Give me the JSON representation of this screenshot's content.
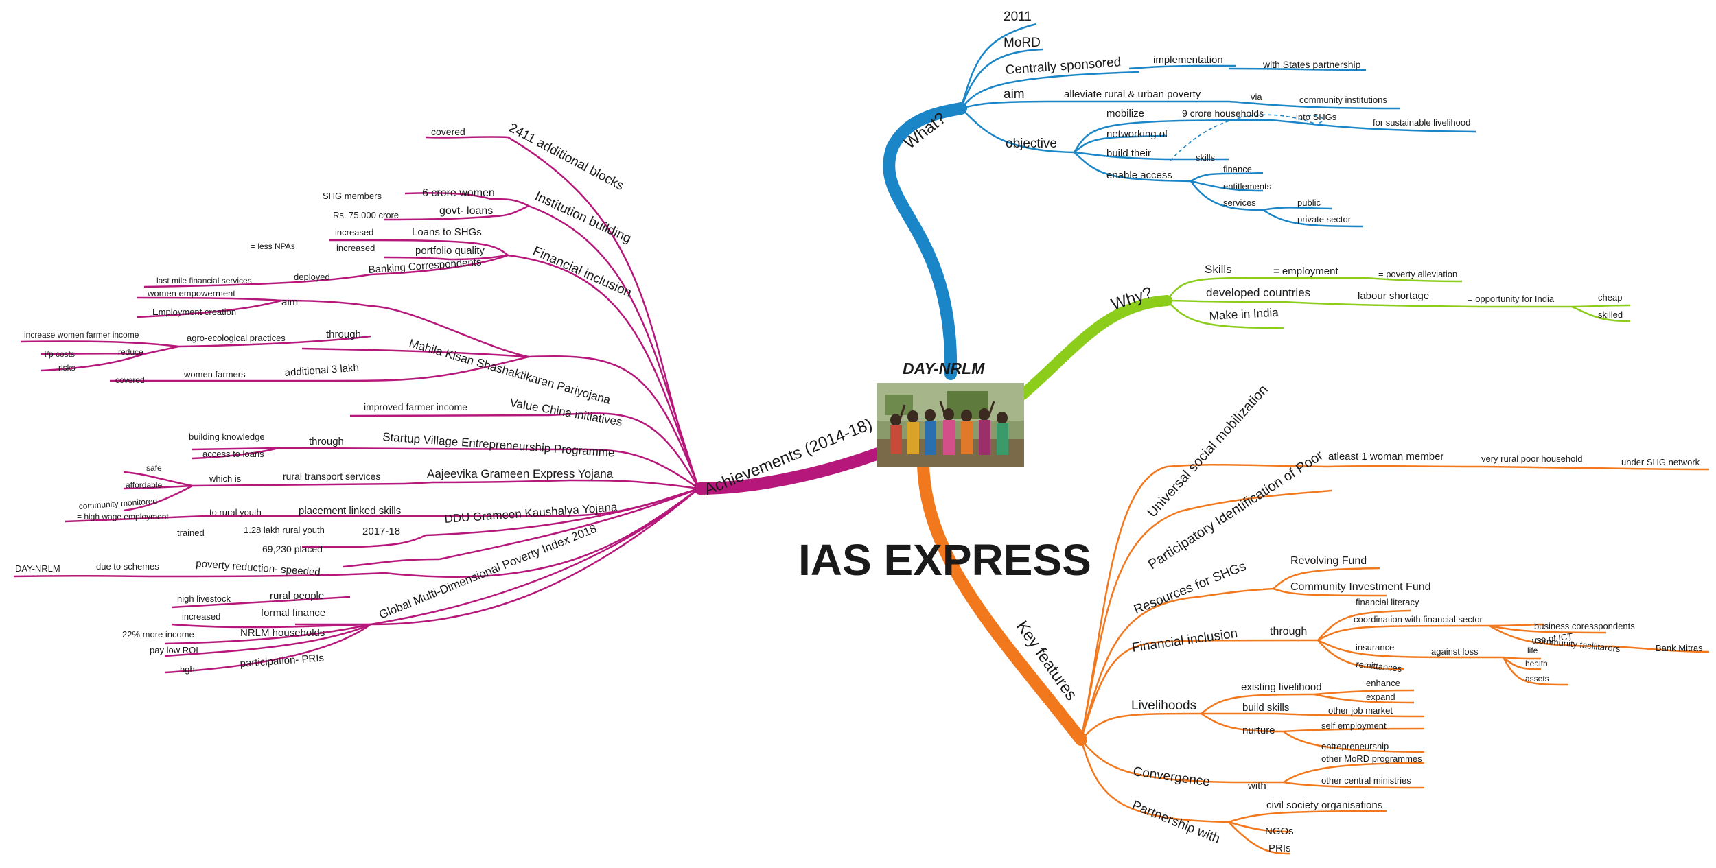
{
  "center": {
    "title": "DAY-NRLM",
    "photo_icon": "group-of-women-photo"
  },
  "watermark": "IAS EXPRESS",
  "colors": {
    "what": "#1a86c7",
    "why": "#8ccc1b",
    "key": "#f2781e",
    "ach": "#b6177a"
  },
  "branches": {
    "what": {
      "label": "What?",
      "year": "2011",
      "ministry": "MoRD",
      "scheme": "Centrally sponsored",
      "implementation": "implementation",
      "partnership": "with States partnership",
      "aim": "aim",
      "aim_text": "alleviate rural & urban poverty",
      "via": "via",
      "community_institutions": "community institutions",
      "for_livelihood": "for sustainable livelihood",
      "objective": "objective",
      "mobilize": "mobilize",
      "households": "9 crore households",
      "into_shgs": "into SHGs",
      "networking": "networking of",
      "build_their": "build their",
      "skills": "skills",
      "enable_access": "enable access",
      "finance": "finance",
      "entitlements": "entitlements",
      "services": "services",
      "public": "public",
      "private": "private sector"
    },
    "why": {
      "label": "Why?",
      "skills": "Skills",
      "employment": "= employment",
      "poverty": "= poverty alleviation",
      "developed": "developed countries",
      "labour": "labour shortage",
      "opportunity": "= opportunity for India",
      "cheap": "cheap",
      "skilled": "skilled",
      "make_in_india": "Make in India"
    },
    "key": {
      "label": "Key features",
      "usm": "Universal social mobilization",
      "atleast": "atleast 1 woman member",
      "very_poor": "very rural poor household",
      "under_shg": "under SHG network",
      "pip": "Participatory Identification of Poor",
      "resources": "Resources for SHGs",
      "revolving": "Revolving Fund",
      "cif": "Community Investment Fund",
      "fin": "Financial inclusion",
      "through": "through",
      "fin_lit": "financial literacy",
      "coord": "coordination with financial sector",
      "ict": "use of ICT",
      "bc": "business coresspondents",
      "cf": "community facilitarors",
      "bank_mitras": "Bank Mitras",
      "insurance": "insurance",
      "against_loss": "against loss",
      "life": "life",
      "health": "health",
      "assets": "assets",
      "remittances": "remittances",
      "livelihoods": "Livelihoods",
      "existing": "existing livelihood",
      "enhance": "enhance",
      "expand": "expand",
      "build_skills": "build skills",
      "other_job": "other job market",
      "nurture": "nurture",
      "self_emp": "self employment",
      "entre": "entrepreneurship",
      "convergence": "Convergence",
      "with": "with",
      "other_mord": "other MoRD programmes",
      "other_central": "other central ministries",
      "partnership": "Partnership with",
      "cso": "civil society organisations",
      "ngos": "NGOs",
      "pris": "PRIs"
    },
    "ach": {
      "label": "Achievements (2014-18)",
      "blocks": "2411 additional blocks",
      "covered1": "covered",
      "inst": "Institution building",
      "crore_women": "6 crore women",
      "shg_members": "SHG members",
      "govt_loans": "govt- loans",
      "rs": "Rs. 75,000 crore",
      "fin": "Financial inclusion",
      "loans_shgs": "Loans to SHGs",
      "increased1": "increased",
      "portfolio": "portfolio quality",
      "increased2": "increased",
      "less_npas": "= less NPAs",
      "banking": "Banking Correspondents",
      "deployed": "deployed",
      "last_mile": "last mile financial services",
      "mkspy": "Mahila Kisan Shashaktikaran Pariyojana",
      "aim": "aim",
      "women_emp": "women empowerment",
      "emp_creation": "Employment creation",
      "through": "through",
      "agro": "agro-ecological practices",
      "increase_income": "increase women farmer income",
      "reduce": "reduce",
      "ip_costs": "i/p costs",
      "risks": "risks",
      "additional": "additional 3 lakh",
      "women_farmers": "women farmers",
      "covered2": "covered",
      "value_china": "Value China initiatives",
      "improved": "improved farmer income",
      "svep": "Startup Village Entrepreneurship Programme",
      "through2": "through",
      "building_knowledge": "building knowledge",
      "access_loans": "access to loans",
      "agey": "Aajeevika Grameen Express Yojana",
      "rural_transport": "rural transport services",
      "which_is": "which is",
      "safe": "safe",
      "affordable": "affordable",
      "community_monitored": "community monitored",
      "ddu": "DDU Grameen Kaushalya Yojana",
      "placement": "placement linked skills",
      "to_rural_youth": "to rural youth",
      "high_wage": "= high wage employment",
      "year": "2017-18",
      "lakh_youth": "1.28 lakh rural youth",
      "trained": "trained",
      "placed": "69,230 placed",
      "gmpi": "Global Multi-Dimensional Poverty Index 2018",
      "poverty_reduction": "poverty reduction- speeded",
      "due_to": "due to schemes",
      "day_nrlm": "DAY-NRLM",
      "rural_people": "rural people",
      "high_livestock": "high livestock",
      "formal_finance": "formal finance",
      "increased3": "increased",
      "nrlm_households": "NRLM households",
      "more_income": "22% more income",
      "pay_low_roi": "pay low ROI",
      "participation": "participation- PRIs",
      "hgh": "hgh"
    }
  }
}
